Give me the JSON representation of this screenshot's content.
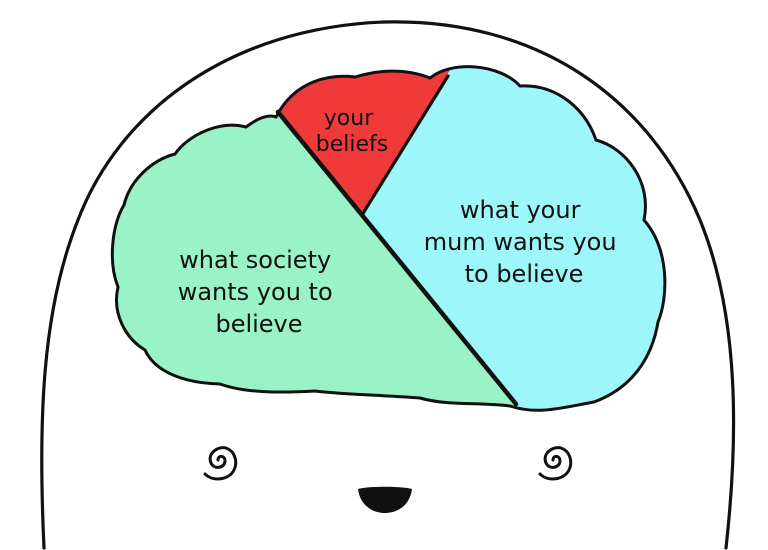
{
  "brain": {
    "your_beliefs": {
      "line1": "your",
      "line2": "beliefs",
      "color": "#F03A3A"
    },
    "mum": {
      "line1": "what your",
      "line2": "mum wants you",
      "line3": "to believe",
      "color": "#9DF7FA"
    },
    "society": {
      "line1": "what society",
      "line2": "wants you to",
      "line3": "believe",
      "color": "#9AF2C7"
    }
  },
  "face": {
    "left_eye_icon": "spiral-icon",
    "right_eye_icon": "spiral-icon",
    "mouth_icon": "open-mouth-icon"
  }
}
